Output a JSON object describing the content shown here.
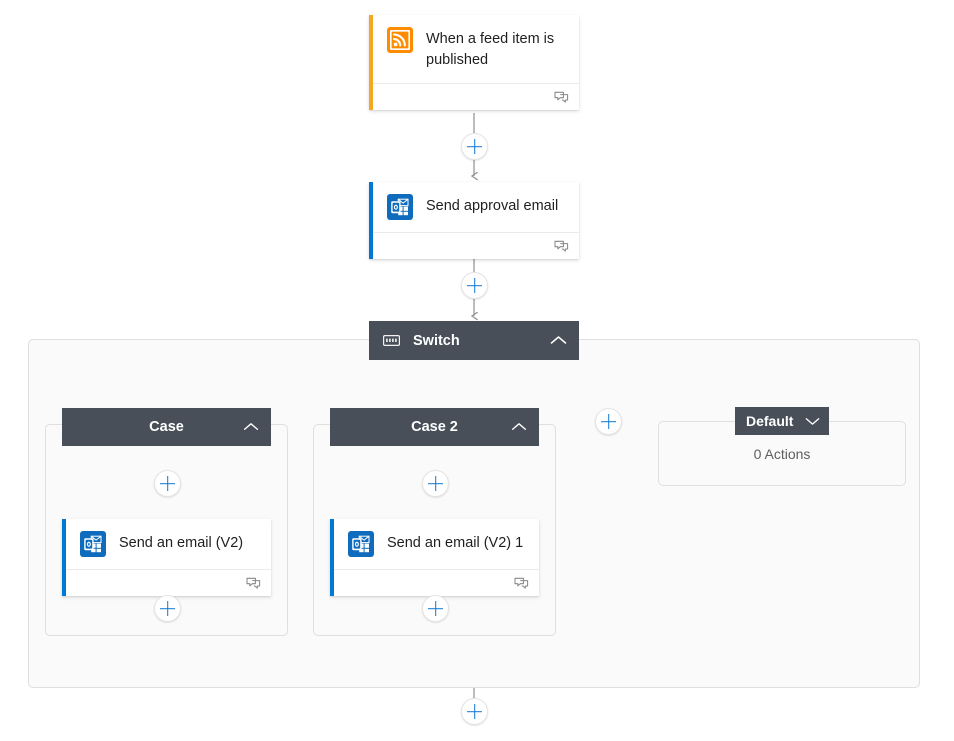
{
  "flow": {
    "trigger": {
      "title": "When a feed item is published",
      "icon": "rss-icon",
      "accent_color": "#f5a623",
      "comment_icon": "comment-icon"
    },
    "approval_action": {
      "title": "Send approval email",
      "icon": "outlook-icon",
      "accent_color": "#0078d4",
      "comment_icon": "comment-icon"
    },
    "switch": {
      "title": "Switch",
      "icon": "switch-icon",
      "collapse_icon": "chevron-up-icon",
      "header_color": "#484f58"
    },
    "cases": [
      {
        "label": "Case",
        "collapse_icon": "chevron-up-icon",
        "action": {
          "title": "Send an email (V2)",
          "icon": "outlook-icon",
          "accent_color": "#0078d4",
          "comment_icon": "comment-icon"
        }
      },
      {
        "label": "Case 2",
        "collapse_icon": "chevron-up-icon",
        "action": {
          "title": "Send an email (V2) 1",
          "icon": "outlook-icon",
          "accent_color": "#0078d4",
          "comment_icon": "comment-icon"
        }
      }
    ],
    "default_case": {
      "label": "Default",
      "expand_icon": "chevron-down-icon",
      "empty_text": "0 Actions"
    },
    "add_buttons": {
      "after_trigger": "+",
      "after_approval": "+",
      "add_case": "+",
      "case1_before_action": "+",
      "case1_after_action": "+",
      "case2_before_action": "+",
      "case2_after_action": "+",
      "after_switch": "+"
    },
    "colors": {
      "accent_blue": "#0078d4",
      "plus_blue": "#0f78d4",
      "header_dark": "#484f58",
      "trigger_orange": "#f5a623",
      "connector_gray": "#979797",
      "scope_border": "#e1dfdd",
      "scope_fill": "#fafafa"
    }
  }
}
